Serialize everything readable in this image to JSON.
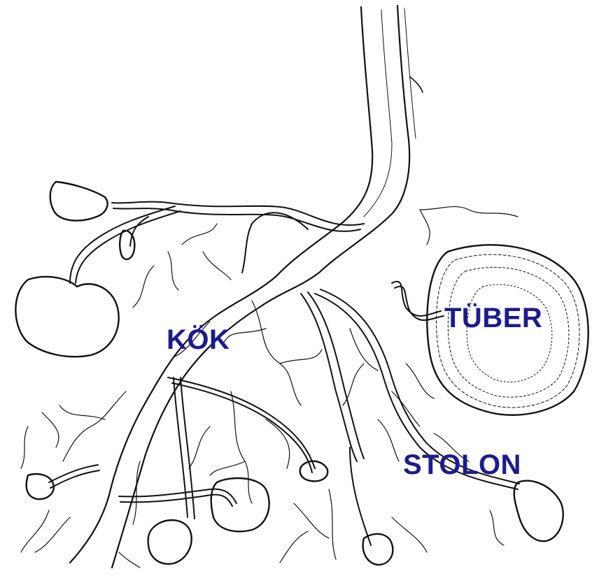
{
  "diagram": {
    "labels": {
      "root": "KÖK",
      "tuber": "TÜBER",
      "stolon": "STOLON"
    },
    "label_color": "#1c1c8c",
    "ink_color": "#111111",
    "background": "#ffffff"
  }
}
